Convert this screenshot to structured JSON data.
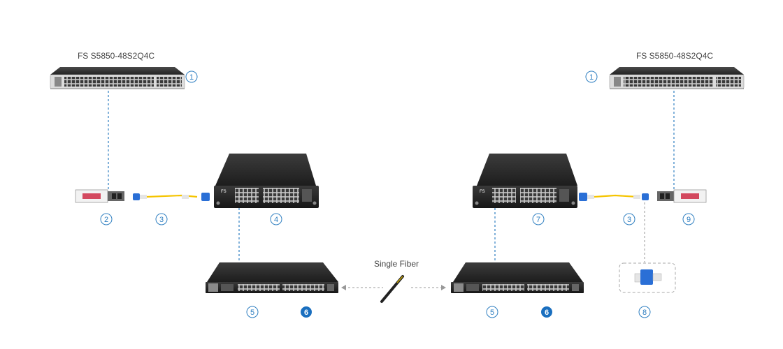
{
  "switch_left": {
    "title": "FS S5850-48S2Q4C",
    "callout": "1"
  },
  "switch_right": {
    "title": "FS S5850-48S2Q4C",
    "callout": "1"
  },
  "transceiver_left": {
    "callout": "2"
  },
  "patch_cable_left": {
    "callout": "3"
  },
  "mux_left": {
    "callout": "4"
  },
  "otn_left": {
    "callout": "5",
    "callout_filled": "6"
  },
  "fiber": {
    "label": "Single Fiber"
  },
  "otn_right": {
    "callout": "5",
    "callout_filled": "6"
  },
  "mux_right": {
    "callout": "7"
  },
  "patch_cable_right": {
    "callout": "3"
  },
  "transceiver_right": {
    "callout": "9"
  },
  "attenuator": {
    "callout": "8"
  },
  "mux_brand": "FS",
  "colors": {
    "accent": "#2f7fc1",
    "filled_callout": "#1a6fbf",
    "device_dark": "#2b2b2b",
    "single_mode_fiber": "#f5c400",
    "lc_connector": "#2a6fd6",
    "dashed_link": "#2f7fc1",
    "fiber_arrow": "#999999"
  }
}
